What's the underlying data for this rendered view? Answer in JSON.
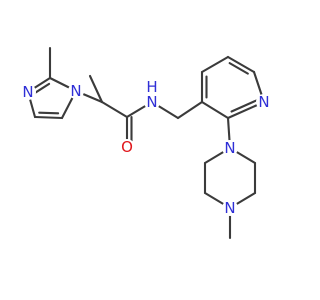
{
  "molecule": {
    "atoms": [
      {
        "id": "n_imid_ring",
        "symbol": "N",
        "color": "#2f2fd6"
      },
      {
        "id": "n_imid_1",
        "symbol": "N",
        "color": "#2f2fd6"
      },
      {
        "id": "n_amide",
        "symbol": "N",
        "color": "#2f2fd6"
      },
      {
        "id": "h_amide",
        "symbol": "H",
        "color": "#2f2fd6"
      },
      {
        "id": "o_carbonyl",
        "symbol": "O",
        "color": "#e0161b"
      },
      {
        "id": "n_pyridine",
        "symbol": "N",
        "color": "#2f2fd6"
      },
      {
        "id": "n_pip_1",
        "symbol": "N",
        "color": "#2f2fd6"
      },
      {
        "id": "n_pip_4",
        "symbol": "N",
        "color": "#2f2fd6"
      }
    ],
    "bond_color": "#3b3b3b"
  }
}
